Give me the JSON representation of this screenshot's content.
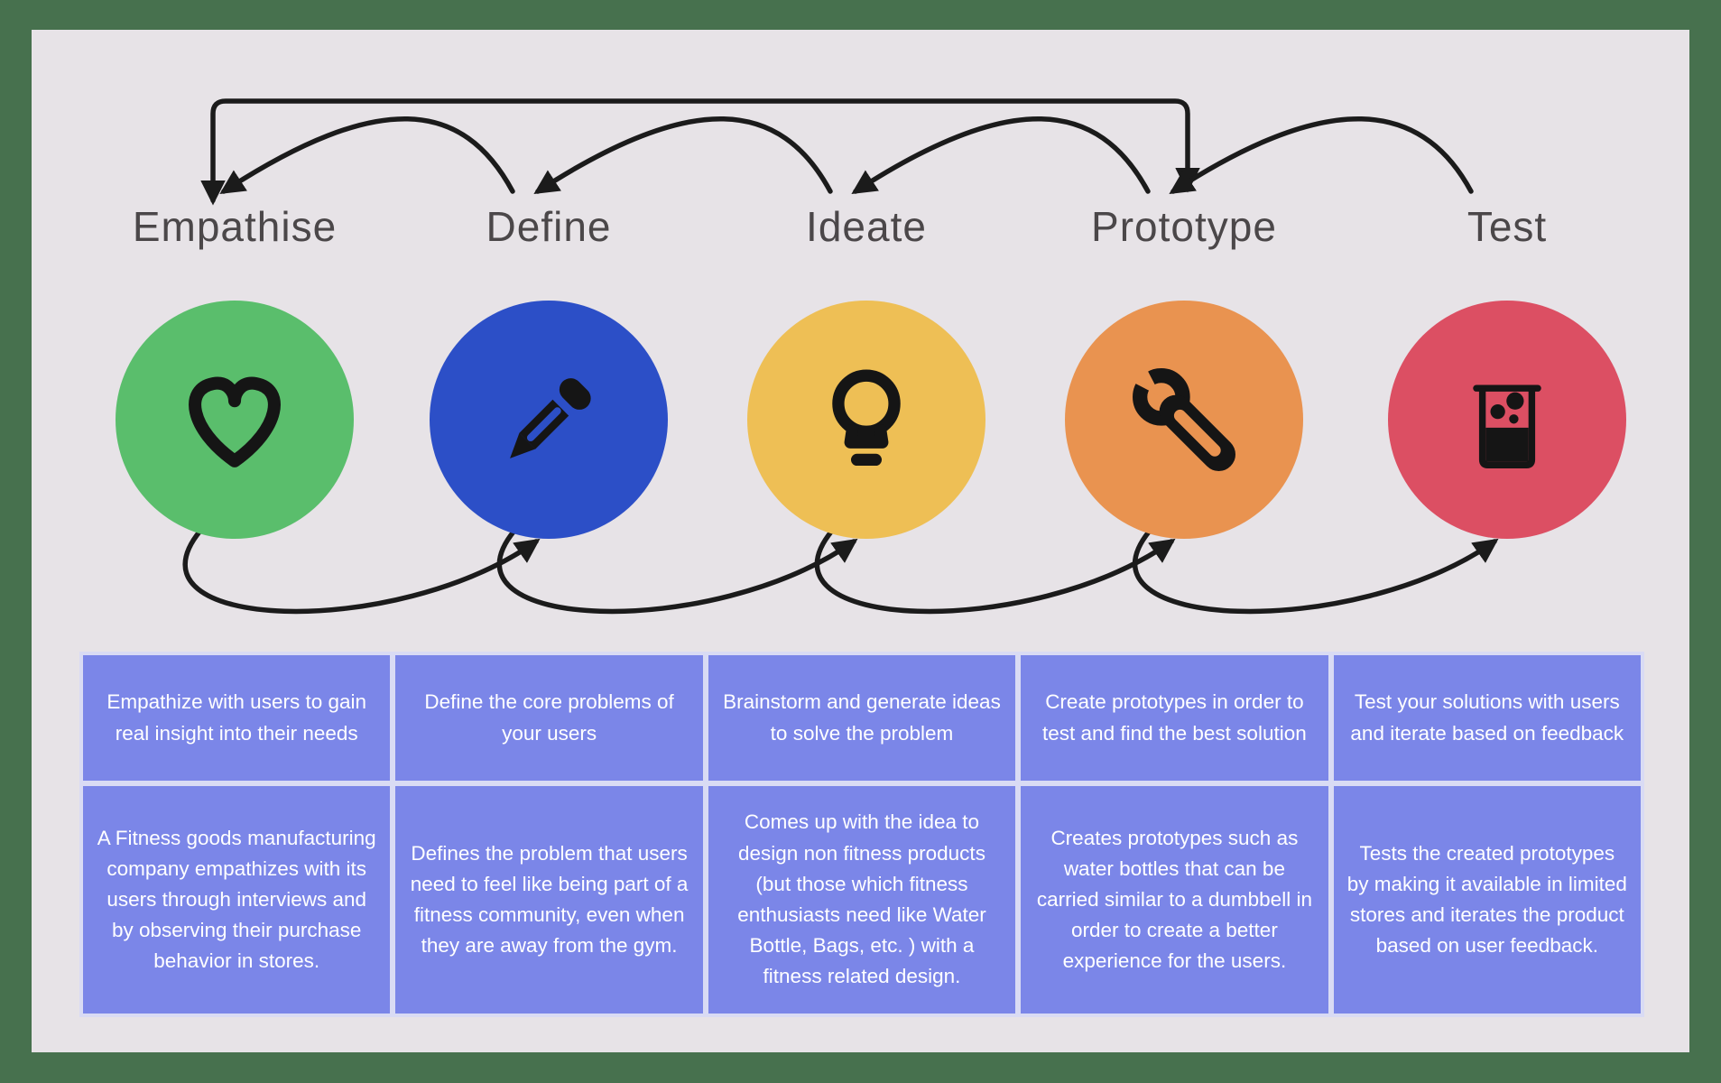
{
  "frame": {
    "border_color": "#47714e",
    "background_color": "#e7e3e7"
  },
  "arrows": {
    "color": "#1b1b1b"
  },
  "table": {
    "cell_color": "#7b86e8",
    "divider_color": "#d9dbf4",
    "text_color": "#ffffff"
  },
  "stages": [
    {
      "label": "Empathise",
      "icon": "heart-icon",
      "color": "#5abe6c",
      "summary": "Empathize with users to gain real insight into their needs",
      "example": "A Fitness goods manufacturing company empathizes with its users through interviews and by observing their purchase behavior in stores."
    },
    {
      "label": "Define",
      "icon": "pencil-icon",
      "color": "#2c4fc7",
      "summary": "Define the core problems of your users",
      "example": "Defines the problem that users need to feel like being part of a fitness community, even when they are away from the gym."
    },
    {
      "label": "Ideate",
      "icon": "lightbulb-icon",
      "color": "#eebf55",
      "summary": "Brainstorm and generate ideas to solve the problem",
      "example": "Comes up with the idea to design non fitness products (but those which fitness enthusiasts need like Water Bottle, Bags, etc. )  with a fitness related design."
    },
    {
      "label": "Prototype",
      "icon": "wrench-icon",
      "color": "#e99350",
      "summary": "Create prototypes in order to test and find the best solution",
      "example": "Creates prototypes such as water bottles that can be carried similar to a dumbbell in order to create a better experience for the users."
    },
    {
      "label": "Test",
      "icon": "flask-icon",
      "color": "#dc4f63",
      "summary": "Test your solutions with users and iterate based on feedback",
      "example": "Tests the created prototypes by making it available in limited stores and iterates the product based on user feedback."
    }
  ]
}
